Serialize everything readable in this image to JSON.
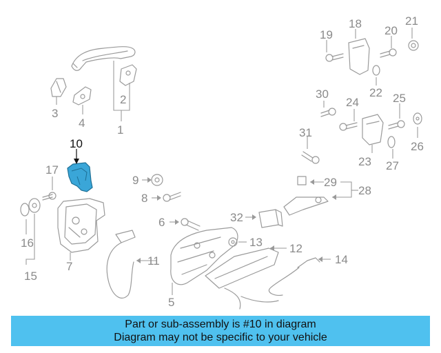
{
  "diagram": {
    "callouts": {
      "c1": "1",
      "c2": "2",
      "c3": "3",
      "c4": "4",
      "c5": "5",
      "c6": "6",
      "c7": "7",
      "c8": "8",
      "c9": "9",
      "c10": "10",
      "c11": "11",
      "c12": "12",
      "c13": "13",
      "c14": "14",
      "c15": "15",
      "c16": "16",
      "c17": "17",
      "c18": "18",
      "c19": "19",
      "c20": "20",
      "c21": "21",
      "c22": "22",
      "c23": "23",
      "c24": "24",
      "c25": "25",
      "c26": "26",
      "c27": "27",
      "c28": "28",
      "c29": "29",
      "c30": "30",
      "c31": "31",
      "c32": "32"
    },
    "highlight_color": "#3aa6d8",
    "line_color": "#9a9a9a"
  },
  "banner": {
    "line1": "Part or sub-assembly is #10 in diagram",
    "line2": "Diagram may not be specific to your vehicle",
    "background": "#4fc1ef"
  }
}
